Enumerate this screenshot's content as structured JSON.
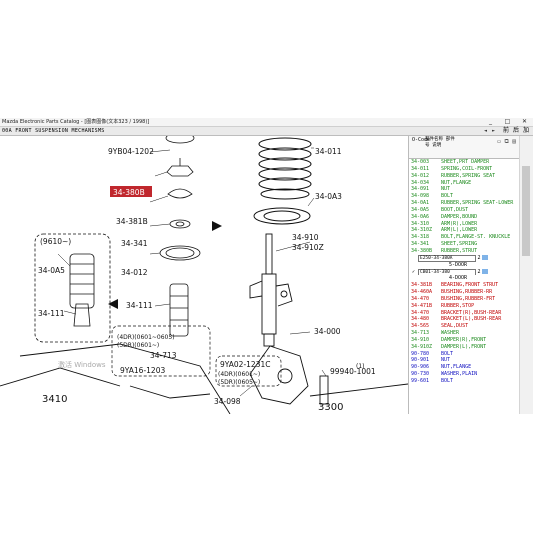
{
  "window": {
    "title": "Mazda Electronic Parts Catalog - [图表图像(文本323 / 1998)]",
    "controls": [
      "_",
      "□",
      "✕"
    ]
  },
  "toolbar": {
    "caption": "00A  FRONT SUSPENSION MECHANISMS",
    "nav_left": "◄",
    "nav_right": "►",
    "btn_prev": "前",
    "btn_next": "后",
    "btn_add": "加"
  },
  "diagram": {
    "labels": [
      "9YB04-1202",
      "34-380B",
      "34-381B",
      "34-341",
      "34-012",
      "34-011",
      "34-0A3",
      "34-910",
      "34-910Z",
      "(9610~)",
      "34-0A5",
      "34-111",
      "34-111",
      "34-000",
      "(4DR)(0601~0605)",
      "(5DR)(0601~)",
      "34-713",
      "9YA16-1203",
      "9YA02-1231C",
      "(4DR)(0601~)",
      "(5DR)(0605~)",
      "34-098",
      "(1)",
      "99940-1001",
      "3410",
      "3300"
    ]
  },
  "panel": {
    "header_code": "O-Code",
    "header_name": "部件名称 部件号 说明",
    "header_icons": "▭ ⧉ ▤",
    "rows": [
      {
        "code": "34-003",
        "name": "SHEET,PRT DAMPER",
        "style": "cat"
      },
      {
        "code": "34-011",
        "name": "SPRING,COIL-FRONT",
        "style": "cat"
      },
      {
        "code": "34-012",
        "name": "RUBBER,SPRING SEAT",
        "style": "cat"
      },
      {
        "code": "34-034",
        "name": "NUT,FLANGE",
        "style": "cat"
      },
      {
        "code": "34-091",
        "name": "NUT",
        "style": "cat"
      },
      {
        "code": "34-098",
        "name": "BOLT",
        "style": "cat"
      },
      {
        "code": "34-0A1",
        "name": "RUBBER,SPRING SEAT-LOWER",
        "style": "cat"
      },
      {
        "code": "34-0A5",
        "name": "BOOT,DUST",
        "style": "cat"
      },
      {
        "code": "34-0A6",
        "name": "DAMPER,BOUND",
        "style": "cat"
      },
      {
        "code": "34-310",
        "name": "ARM(R),LOWER",
        "style": "cat"
      },
      {
        "code": "34-310Z",
        "name": "ARM(L),LOWER",
        "style": "cat"
      },
      {
        "code": "34-318",
        "name": "BOLT,FLANGE-ST. KNUCKLE",
        "style": "cat"
      },
      {
        "code": "34-341",
        "name": "SHEET,SPRING",
        "style": "cat"
      },
      {
        "code": "34-380B",
        "name": "RUBBER,STRUT",
        "style": "cat"
      },
      {
        "code": "",
        "name": "E250-34-380A",
        "style": "sub",
        "qty": "2"
      },
      {
        "code": "",
        "name": "5-DOOR",
        "style": "info"
      },
      {
        "code": "",
        "name": "CB01-34-380",
        "style": "sub",
        "qty": "2",
        "checked": "✓"
      },
      {
        "code": "",
        "name": "4-DOOR",
        "style": "info"
      },
      {
        "code": "34-381B",
        "name": "BEARING,FRONT STRUT",
        "style": "cat red"
      },
      {
        "code": "34-460A",
        "name": "BUSHING,RUBBER-RR",
        "style": "cat red"
      },
      {
        "code": "34-470",
        "name": "BUSHING,RUBBER-FRT",
        "style": "cat red"
      },
      {
        "code": "34-471B",
        "name": "RUBBER,STOP",
        "style": "cat red"
      },
      {
        "code": "34-470",
        "name": "BRACKET(R),BUSH-REAR",
        "style": "cat red"
      },
      {
        "code": "34-480",
        "name": "BRACKET(L),BUSH-REAR",
        "style": "cat red"
      },
      {
        "code": "34-565",
        "name": "SEAL,DUST",
        "style": "cat red"
      },
      {
        "code": "34-713",
        "name": "WASHER",
        "style": "cat"
      },
      {
        "code": "34-910",
        "name": "DAMPER(R),FRONT",
        "style": "cat"
      },
      {
        "code": "34-910Z",
        "name": "DAMPER(L),FRONT",
        "style": "cat"
      },
      {
        "code": "90-780",
        "name": "BOLT",
        "style": "cat blue"
      },
      {
        "code": "90-901",
        "name": "NUT",
        "style": "cat blue"
      },
      {
        "code": "90-906",
        "name": "NUT,FLANGE",
        "style": "cat blue"
      },
      {
        "code": "90-730",
        "name": "WASHER,PLAIN",
        "style": "cat blue"
      },
      {
        "code": "99-601",
        "name": "BOLT",
        "style": "cat blue"
      }
    ]
  },
  "watermark": "激活 Windows"
}
